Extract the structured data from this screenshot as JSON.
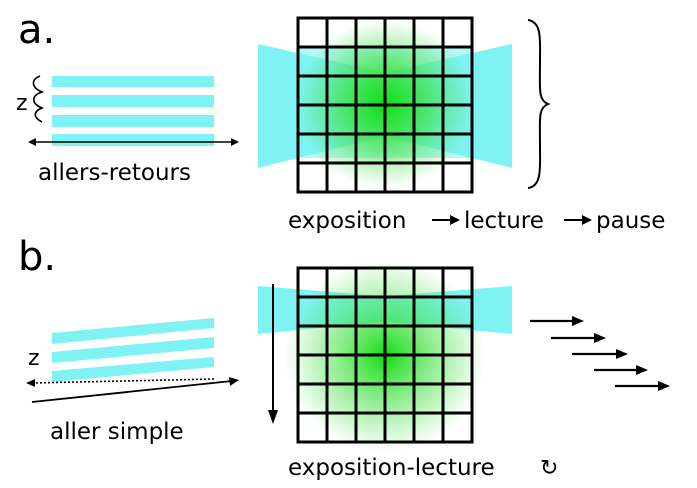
{
  "panel_a": {
    "letter": "a.",
    "z_label": "z",
    "mode_label": "allers-retours",
    "sequence": [
      "exposition",
      "lecture",
      "pause"
    ]
  },
  "panel_b": {
    "letter": "b.",
    "z_label": "z",
    "mode_label": "aller simple",
    "sequence_label": "exposition-lecture",
    "loop_symbol": "↻"
  },
  "colors": {
    "beam": "#7ff3f4",
    "glow": "#22e022",
    "grid": "#000000"
  },
  "grid": {
    "rows": 6,
    "cols": 6
  }
}
